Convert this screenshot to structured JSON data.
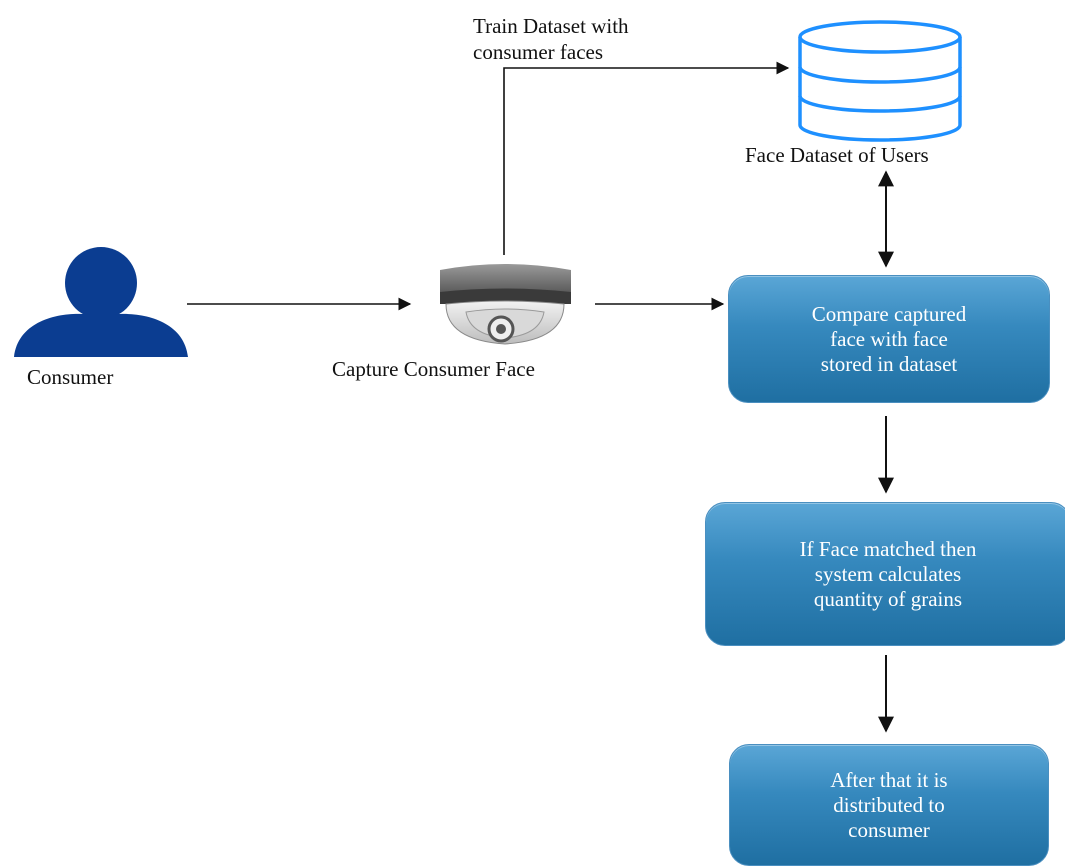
{
  "nodes": {
    "consumer": {
      "label": "Consumer"
    },
    "camera": {
      "label": "Capture Consumer Face"
    },
    "dataset": {
      "label": "Face Dataset of Users"
    },
    "train_edge": {
      "line1": "Train Dataset with",
      "line2": "consumer faces"
    },
    "compare": {
      "line1": "Compare captured",
      "line2": "face with face",
      "line3": "stored in dataset"
    },
    "calculate": {
      "line1": "If Face matched then",
      "line2": "system calculates",
      "line3": "quantity of grains"
    },
    "distribute": {
      "line1": "After that it is",
      "line2": "distributed to",
      "line3": "consumer"
    }
  },
  "colors": {
    "box_top": "#5aa6d6",
    "box_bottom": "#1f6fa2",
    "user_icon": "#0b3d91",
    "database_stroke": "#1e90ff",
    "arrow": "#111111"
  },
  "icons": {
    "consumer": "user-icon",
    "camera": "dome-camera-icon",
    "dataset": "database-icon"
  }
}
